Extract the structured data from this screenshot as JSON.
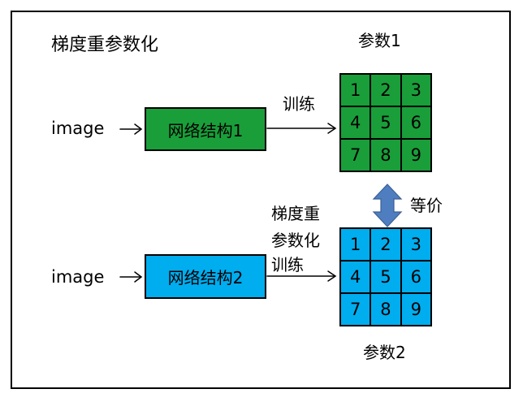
{
  "title": "梯度重参数化",
  "top": {
    "input_label": "image",
    "network_label": "网络结构1",
    "train_label": "训练",
    "params_label": "参数1",
    "cells": [
      "1",
      "2",
      "3",
      "4",
      "5",
      "6",
      "7",
      "8",
      "9"
    ],
    "color": "#1a9e3a"
  },
  "bottom": {
    "input_label": "image",
    "network_label": "网络结构2",
    "train_label_lines": [
      "梯度重",
      "参数化",
      "训练"
    ],
    "params_label": "参数2",
    "cells": [
      "1",
      "2",
      "3",
      "4",
      "5",
      "6",
      "7",
      "8",
      "9"
    ],
    "color": "#00adef"
  },
  "equivalence_label": "等价",
  "equivalence_arrow_color": "#4f7ec0"
}
